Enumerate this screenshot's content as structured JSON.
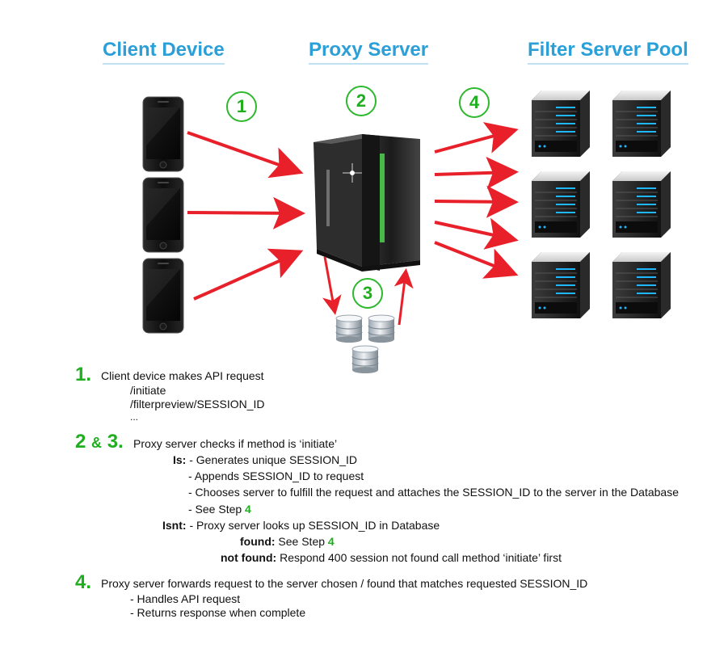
{
  "headings": {
    "client": "Client Device",
    "proxy": "Proxy Server",
    "pool": "Filter Server Pool"
  },
  "diagram_steps": [
    "1",
    "2",
    "3",
    "4"
  ],
  "colors": {
    "heading": "#2a9fd8",
    "step": "#1fae1f",
    "arrow": "#e8202a"
  },
  "icons": [
    "smartphone-icon",
    "mainframe-server-icon",
    "database-icon",
    "rack-server-icon"
  ],
  "steps": {
    "s1": {
      "num": "1.",
      "text": "Client device makes API request",
      "lines": [
        "/initiate",
        "/filterpreview/SESSION_ID",
        "..."
      ]
    },
    "s23": {
      "num_a": "2",
      "amp": "&",
      "num_b": "3.",
      "text": "Proxy server checks if method is ‘initiate’",
      "is_label": "Is:",
      "is_lines": [
        "- Generates unique SESSION_ID",
        "- Appends SESSION_ID to request",
        "- Chooses server to fulfill the request and attaches the SESSION_ID to the server in the Database",
        "- See Step"
      ],
      "is_step_ref": "4",
      "isnt_label": "Isnt:",
      "isnt_text": "- Proxy server looks up SESSION_ID in Database",
      "found_label": "found:",
      "found_text": "See Step",
      "found_ref": "4",
      "notfound_label": "not found:",
      "notfound_text": "Respond 400 session not found call method ‘initiate’ first"
    },
    "s4": {
      "num": "4.",
      "text": "Proxy server forwards request to the server chosen / found that matches requested SESSION_ID",
      "lines": [
        "- Handles API request",
        "- Returns response when complete"
      ]
    }
  }
}
